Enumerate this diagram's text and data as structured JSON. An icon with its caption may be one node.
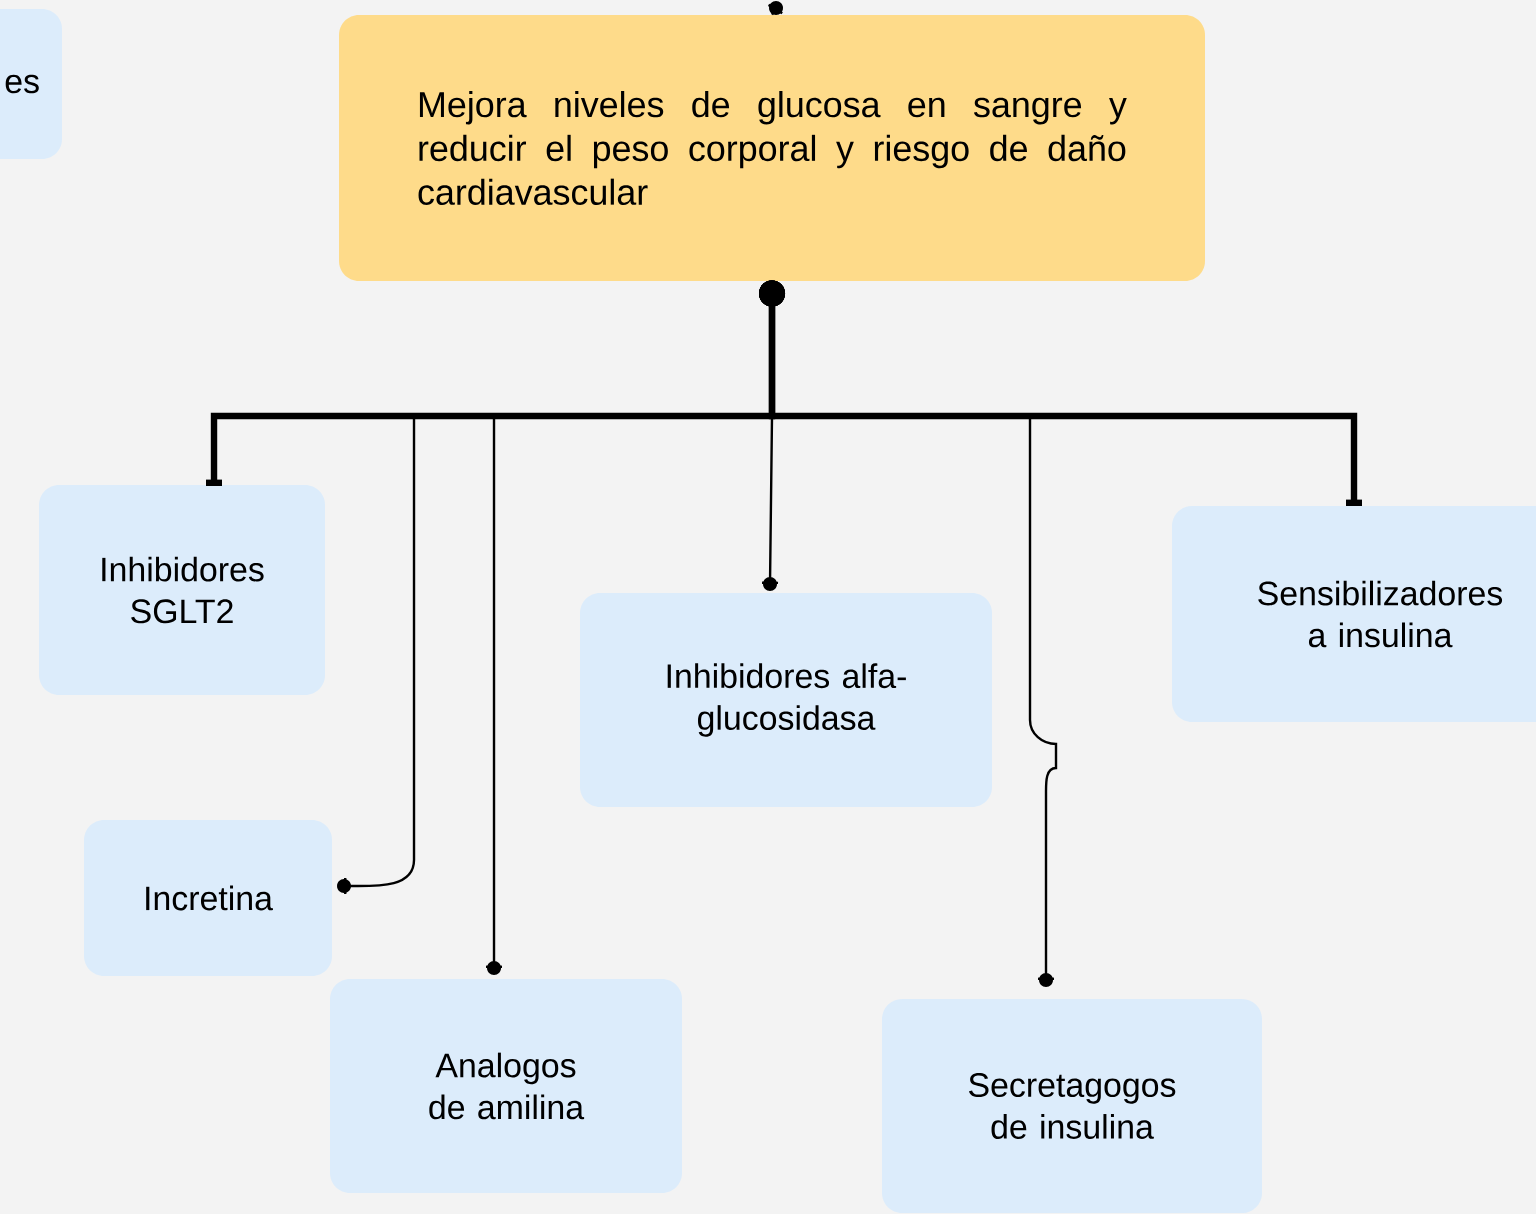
{
  "diagram": {
    "nodes": [
      {
        "text": [
          "es"
        ]
      },
      {
        "text": [
          "Mejora niveles de glucosa en sangre y reducir el peso corporal y riesgo de daño cardiavascular"
        ]
      },
      {
        "text": [
          "Inhibidores SGLT2"
        ]
      },
      {
        "text": [
          "Incretina"
        ]
      },
      {
        "text": [
          "Analogos de amilina"
        ]
      },
      {
        "text": [
          "Inhibidores alfa-glucosidasa"
        ]
      },
      {
        "text": [
          "Secretagogos de insulina"
        ]
      },
      {
        "text": [
          "Sensibilizadores a insulina"
        ]
      }
    ],
    "edges": [
      {
        "from": 1,
        "to": null,
        "arrow": "other"
      },
      {
        "from": 1,
        "to": 2,
        "arrow": "other",
        "style": "thick"
      },
      {
        "from": 1,
        "to": 3,
        "arrow": "other"
      },
      {
        "from": 1,
        "to": 4,
        "arrow": "other"
      },
      {
        "from": 1,
        "to": 5,
        "arrow": "other"
      },
      {
        "from": 1,
        "to": 6,
        "arrow": "other"
      },
      {
        "from": 1,
        "to": 7,
        "arrow": "other",
        "style": "thick"
      }
    ]
  }
}
